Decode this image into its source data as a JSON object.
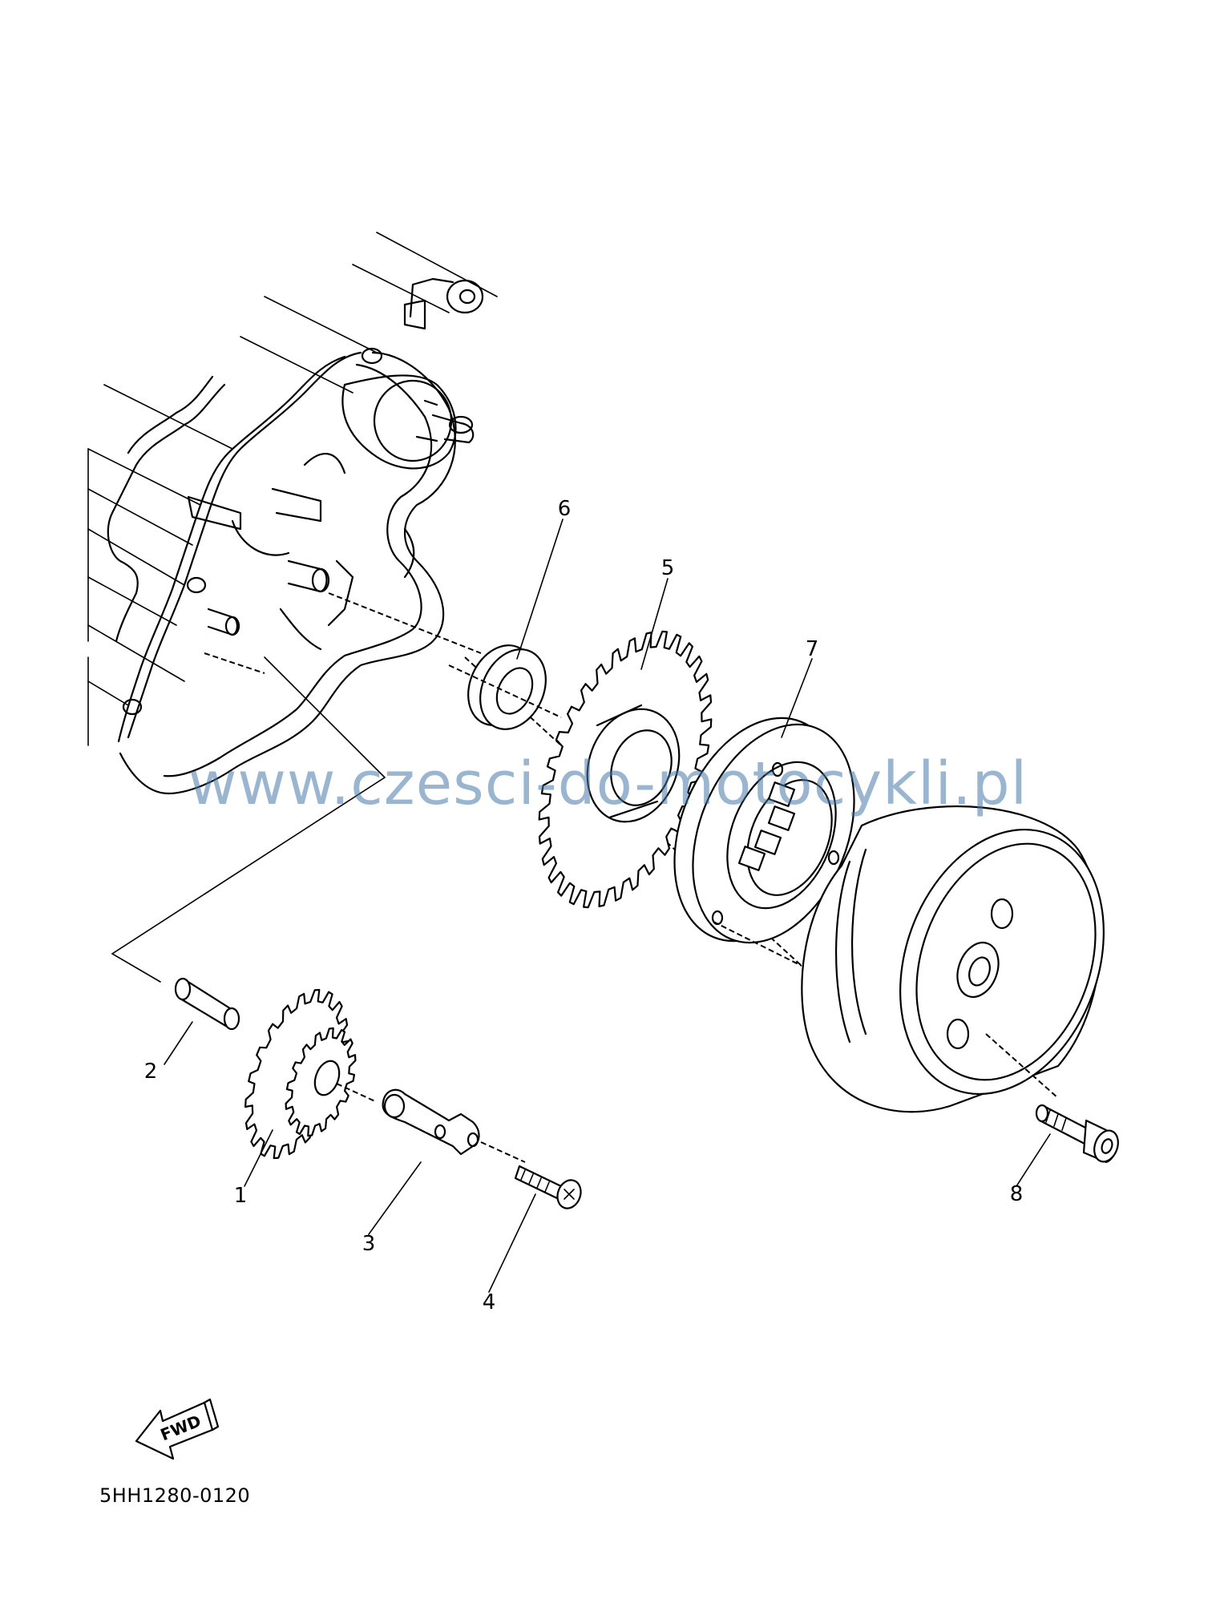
{
  "callouts": {
    "c1": "1",
    "c2": "2",
    "c3": "3",
    "c4": "4",
    "c5": "5",
    "c6": "6",
    "c7": "7",
    "c8": "8"
  },
  "fwd_label": "FWD",
  "diagram_code": "5HH1280-0120",
  "watermark": "www.czesci-do-motocykli.pl"
}
